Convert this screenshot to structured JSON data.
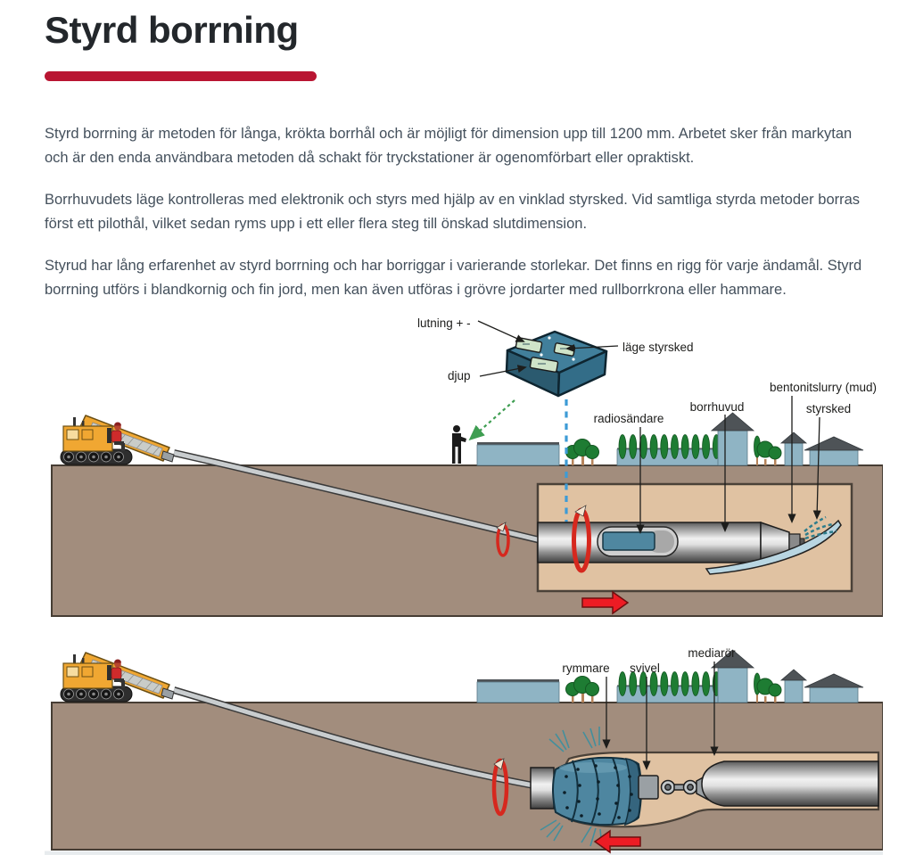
{
  "page": {
    "title": "Styrd borrning",
    "paragraphs": [
      "Styrd borrning är metoden för långa, krökta borrhål och är möjligt för dimension upp till 1200 mm. Arbetet sker från markytan och är den enda användbara metoden då schakt för tryckstationer är ogenomförbart eller opraktiskt.",
      "Borrhuvudets läge kontrolleras med elektronik och styrs med hjälp av en vinklad styrsked. Vid samtliga styrda metoder borras först ett pilothål, vilket sedan ryms upp i ett eller flera steg till önskad slutdimension.",
      "Styrud har lång erfarenhet av styrd borrning och har borriggar i varierande storlekar. Det finns en rigg för varje ändamål. Styrd borrning utförs i blandkornig och fin jord, men kan även utföras i grövre jordarter med rullborrkrona eller hammare."
    ]
  },
  "diagram1": {
    "labels": {
      "lutning": "lutning + -",
      "lage_styrsked": "läge styrsked",
      "djup": "djup",
      "radiosandare": "radiosändare",
      "borrhuvud": "borrhuvud",
      "bentonitslurry": "bentonitslurry (mud)",
      "styrsked": "styrsked"
    }
  },
  "diagram2": {
    "labels": {
      "rymmare": "rymmare",
      "svivel": "svivel",
      "mediaror": "mediarör"
    }
  },
  "colors": {
    "accent_red": "#b91532",
    "body_text": "#44505c",
    "ground_brown": "#a28d7d",
    "excavation_tan": "#e0c2a2",
    "machine_yellow": "#f0a732",
    "arrow_red": "#ed1c24",
    "rotation_red": "#d6281e",
    "panel_teal": "#417f9b",
    "building_blue": "#8fb4c4",
    "roof_gray": "#4e5357",
    "tree_green": "#1e7c33",
    "blade_blue": "#b9d6e2",
    "transmitter_blue": "#4f87a0",
    "signal_green": "#3f9e52",
    "signal_blue": "#3d9bd6"
  }
}
